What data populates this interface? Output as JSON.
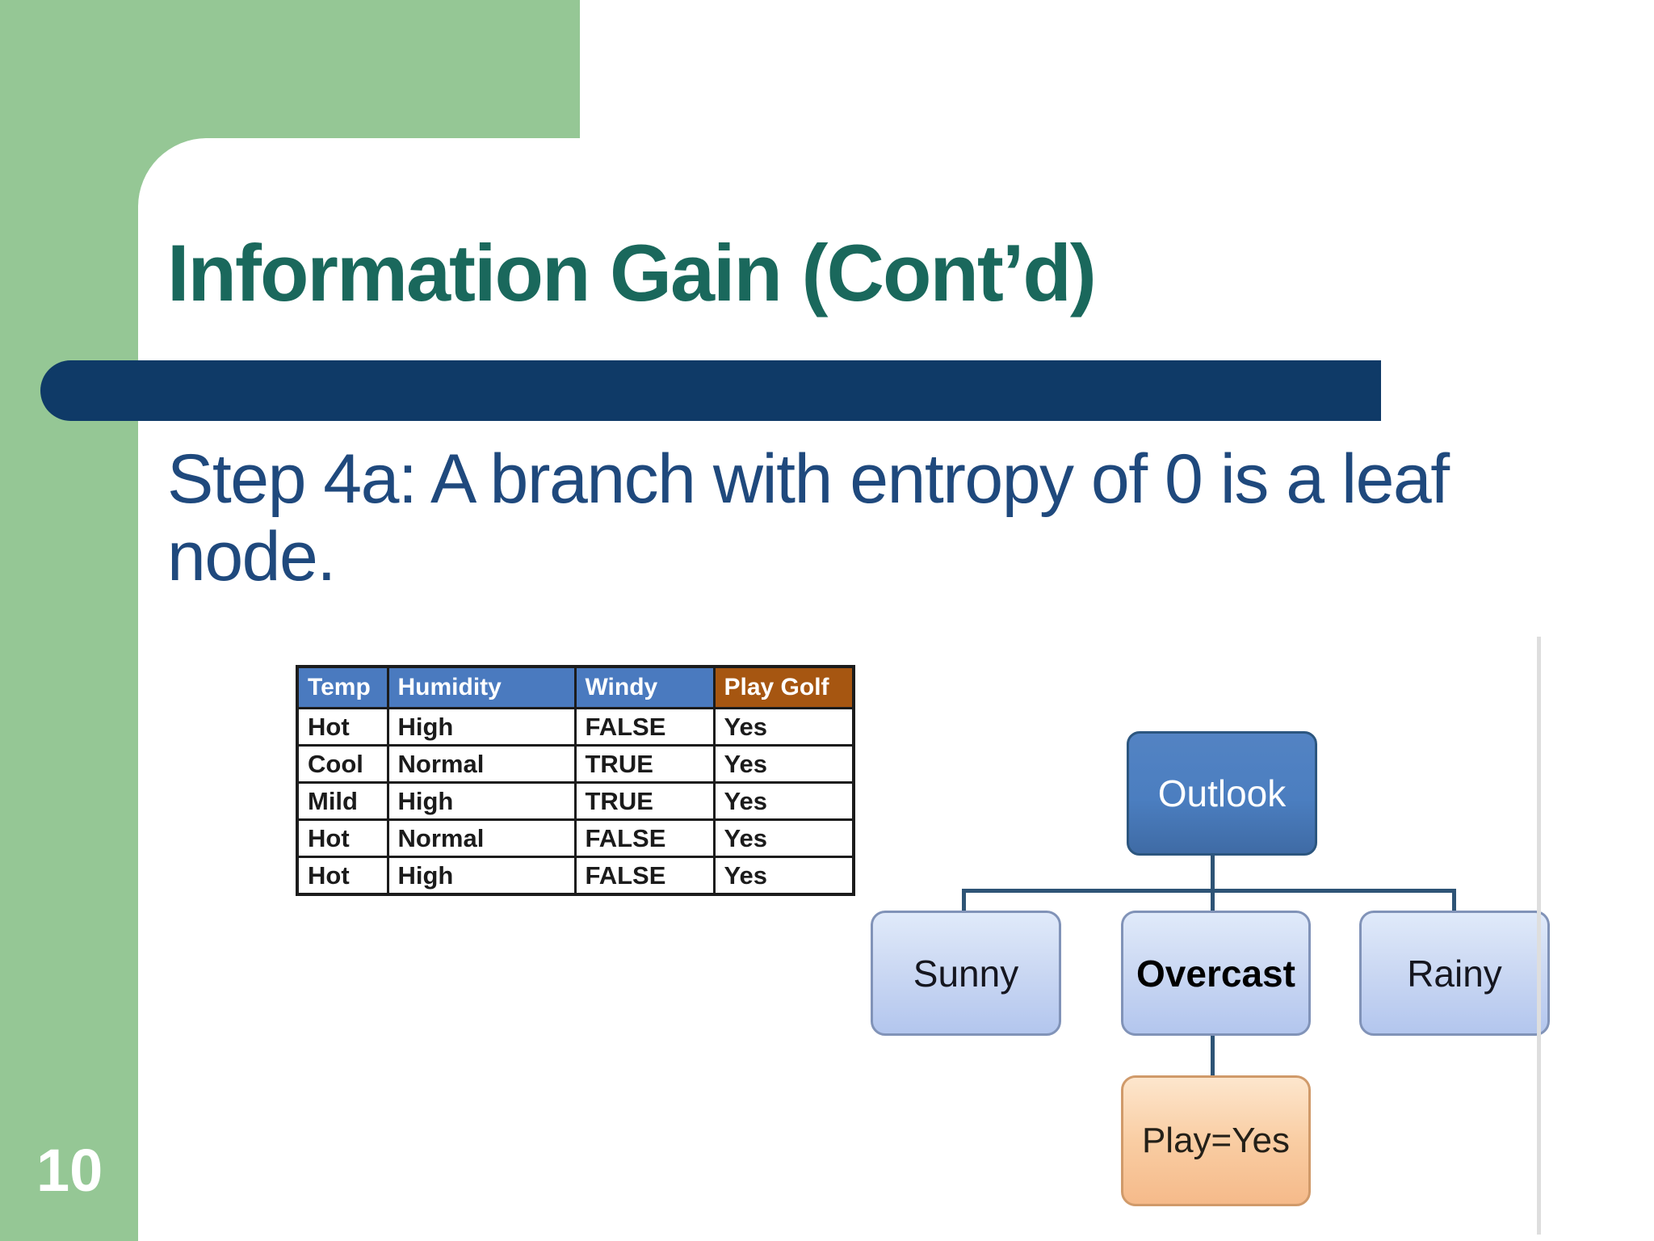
{
  "slide": {
    "title": "Information Gain (Cont’d)",
    "body_lines": [
      "Step 4a: A branch with entropy of 0 is a leaf",
      "node."
    ],
    "page_number": "10"
  },
  "table": {
    "columns": [
      {
        "label": "Temp"
      },
      {
        "label": "Humidity"
      },
      {
        "label": "Windy"
      },
      {
        "label": "Play Golf"
      }
    ],
    "rows": [
      [
        "Hot",
        "High",
        "FALSE",
        "Yes"
      ],
      [
        "Cool",
        "Normal",
        "TRUE",
        "Yes"
      ],
      [
        "Mild",
        "High",
        "TRUE",
        "Yes"
      ],
      [
        "Hot",
        "Normal",
        "FALSE",
        "Yes"
      ],
      [
        "Hot",
        "High",
        "FALSE",
        "Yes"
      ]
    ]
  },
  "tree": {
    "root": "Outlook",
    "children": [
      "Sunny",
      "Overcast",
      "Rainy"
    ],
    "leaf": "Play=Yes"
  },
  "colors": {
    "template_green": "#95c795",
    "navy_bar": "#0f3a67",
    "title_teal": "#1a685c",
    "body_navy": "#1f497d",
    "table_header_blue": "#4a7abf",
    "table_header_brown": "#a65611",
    "root_node_blue": "#4b7ec0",
    "child_node_light_blue": "#ccd9f3",
    "leaf_node_orange": "#f9cda3",
    "connector": "#2e5476"
  }
}
